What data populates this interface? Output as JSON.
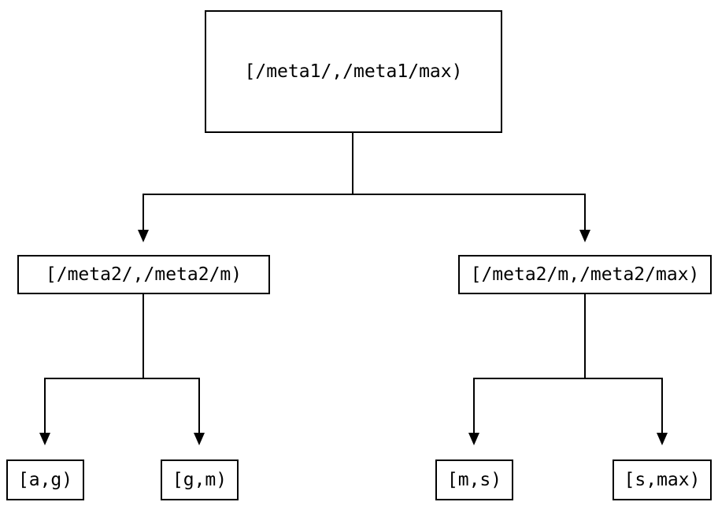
{
  "diagram": {
    "type": "tree",
    "colors": {
      "line": "#000000",
      "box_border": "#000000",
      "box_fill": "#ffffff",
      "background": "#ffffff",
      "text": "#000000"
    },
    "nodes": {
      "root": {
        "label": "[/meta1/,/meta1/max)"
      },
      "left_child": {
        "label": "[/meta2/,/meta2/m)"
      },
      "right_child": {
        "label": "[/meta2/m,/meta2/max)"
      },
      "leaf_1": {
        "label": "[a,g)"
      },
      "leaf_2": {
        "label": "[g,m)"
      },
      "leaf_3": {
        "label": "[m,s)"
      },
      "leaf_4": {
        "label": "[s,max)"
      }
    },
    "edges": [
      {
        "from": "root",
        "to": "left_child"
      },
      {
        "from": "root",
        "to": "right_child"
      },
      {
        "from": "left_child",
        "to": "leaf_1"
      },
      {
        "from": "left_child",
        "to": "leaf_2"
      },
      {
        "from": "right_child",
        "to": "leaf_3"
      },
      {
        "from": "right_child",
        "to": "leaf_4"
      }
    ]
  }
}
